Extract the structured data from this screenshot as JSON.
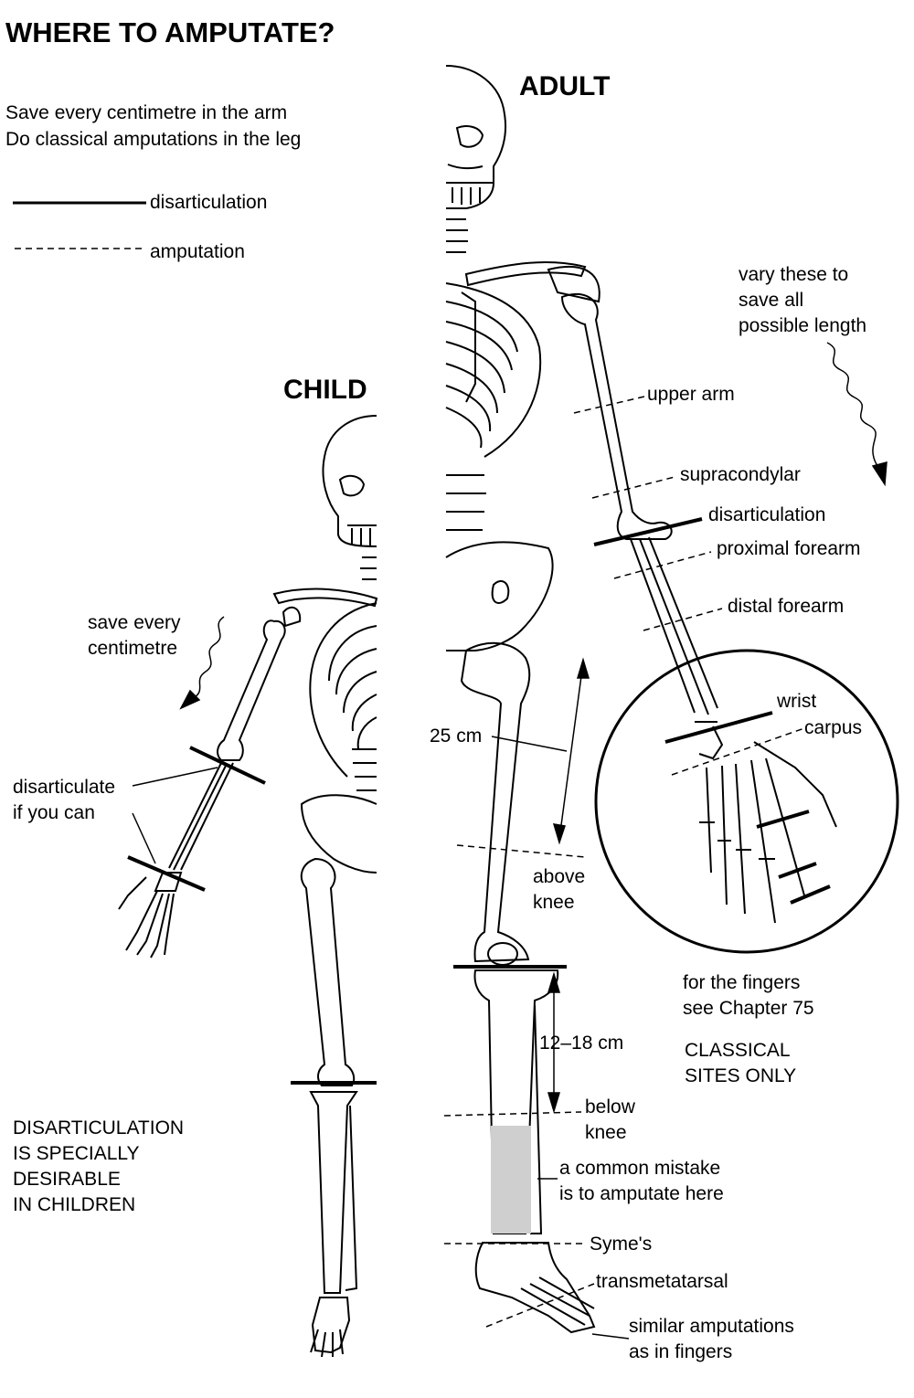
{
  "title": "WHERE TO AMPUTATE?",
  "intro": {
    "line1": "Save every centimetre in the arm",
    "line2": "Do classical amputations in the leg"
  },
  "legend": {
    "solid": "disarticulation",
    "dashed": "amputation"
  },
  "headings": {
    "adult": "ADULT",
    "child": "CHILD"
  },
  "adult_labels": {
    "vary": "vary these to\nsave all\npossible length",
    "upper_arm": "upper arm",
    "supracondylar": "supracondylar",
    "disarticulation": "disarticulation",
    "proximal_forearm": "proximal forearm",
    "distal_forearm": "distal forearm",
    "wrist": "wrist",
    "carpus": "carpus",
    "cm25": "25 cm",
    "above_knee": "above\nknee",
    "fingers": "for the fingers\nsee Chapter 75",
    "classical": "CLASSICAL\nSITES ONLY",
    "cm12_18": "12–18 cm",
    "below_knee": "below\nknee",
    "common_mistake": "a common mistake\nis to amputate here",
    "symes": "Syme's",
    "transmetatarsal": "transmetatarsal",
    "similar": "similar amputations\nas in fingers"
  },
  "child_labels": {
    "save": "save every\ncentimetre",
    "disarticulate": "disarticulate\nif you can",
    "special": "DISARTICULATION\nIS SPECIALLY\nDESIRABLE\nIN CHILDREN"
  }
}
